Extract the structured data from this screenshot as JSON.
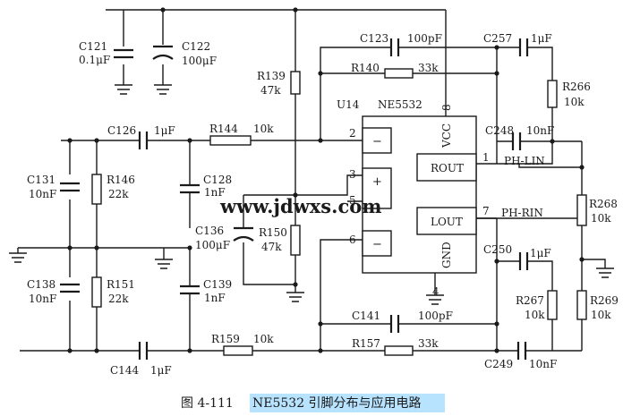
{
  "figure": {
    "caption_number": "图 4-111",
    "caption_title": "NE5532 引脚分布与应用电路",
    "watermark": "www.jdwxs.com"
  },
  "ic": {
    "ref": "U14",
    "part": "NE5532",
    "vcc_label": "VCC",
    "gnd_label": "GND",
    "rout_label": "ROUT",
    "lout_label": "LOUT",
    "pins": {
      "p1": "1",
      "p2": "2",
      "p3": "3",
      "p4": "4",
      "p5": "5",
      "p6": "6",
      "p7": "7",
      "p8": "8"
    },
    "minus_sign": "−",
    "plus_sign": "+"
  },
  "nets": {
    "ph_lin": "PH-LIN",
    "ph_rin": "PH-RIN"
  },
  "components": {
    "c121": {
      "ref": "C121",
      "value": "0.1μF"
    },
    "c122": {
      "ref": "C122",
      "value": "100μF"
    },
    "c123": {
      "ref": "C123",
      "value": "100pF"
    },
    "c257": {
      "ref": "C257",
      "value": "1μF"
    },
    "c126": {
      "ref": "C126",
      "value": "1μF"
    },
    "c128": {
      "ref": "C128",
      "value": "1nF"
    },
    "c131": {
      "ref": "C131",
      "value": "10nF"
    },
    "c136": {
      "ref": "C136",
      "value": "100μF"
    },
    "c138": {
      "ref": "C138",
      "value": "10nF"
    },
    "c139": {
      "ref": "C139",
      "value": "1nF"
    },
    "c141": {
      "ref": "C141",
      "value": "100pF"
    },
    "c144": {
      "ref": "C144",
      "value": "1μF"
    },
    "c248": {
      "ref": "C248",
      "value": "10nF"
    },
    "c249": {
      "ref": "C249",
      "value": "10nF"
    },
    "c250": {
      "ref": "C250",
      "value": "1μF"
    },
    "r139": {
      "ref": "R139",
      "value": "47k"
    },
    "r140": {
      "ref": "R140",
      "value": "33k"
    },
    "r144": {
      "ref": "R144",
      "value": "10k"
    },
    "r146": {
      "ref": "R146",
      "value": "22k"
    },
    "r150": {
      "ref": "R150",
      "value": "47k"
    },
    "r151": {
      "ref": "R151",
      "value": "22k"
    },
    "r157": {
      "ref": "R157",
      "value": "33k"
    },
    "r159": {
      "ref": "R159",
      "value": "10k"
    },
    "r266": {
      "ref": "R266",
      "value": "10k"
    },
    "r267": {
      "ref": "R267",
      "value": "10k"
    },
    "r268": {
      "ref": "R268",
      "value": "10k"
    },
    "r269": {
      "ref": "R269",
      "value": "10k"
    }
  }
}
